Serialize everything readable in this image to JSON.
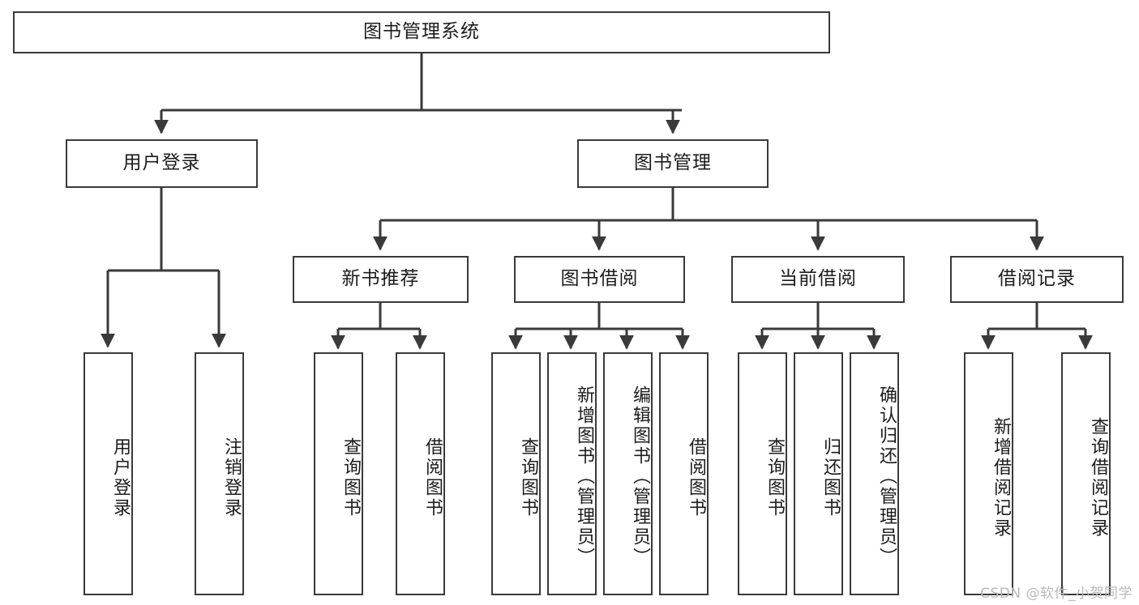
{
  "diagram": {
    "type": "tree-hierarchy",
    "title": "图书管理系统",
    "watermark": "CSDN @软件_小贺同学",
    "colors": {
      "border": "#3a3a3a",
      "background": "#ffffff",
      "text": "#1c1c1c",
      "watermark": "#b9b9b9"
    },
    "levels": {
      "root": {
        "label": "图书管理系统"
      },
      "level2": [
        {
          "label": "用户登录"
        },
        {
          "label": "图书管理"
        }
      ],
      "level3": [
        {
          "label": "新书推荐"
        },
        {
          "label": "图书借阅"
        },
        {
          "label": "当前借阅"
        },
        {
          "label": "借阅记录"
        }
      ],
      "leaves": [
        {
          "label": "用户登录",
          "parent": "用户登录"
        },
        {
          "label": "注销登录",
          "parent": "用户登录"
        },
        {
          "label": "查询图书",
          "parent": "新书推荐"
        },
        {
          "label": "借阅图书",
          "parent": "新书推荐"
        },
        {
          "label": "查询图书",
          "parent": "图书借阅"
        },
        {
          "label": "新增图书（管理员）",
          "parent": "图书借阅"
        },
        {
          "label": "编辑图书（管理员）",
          "parent": "图书借阅"
        },
        {
          "label": "借阅图书",
          "parent": "图书借阅"
        },
        {
          "label": "查询图书",
          "parent": "当前借阅"
        },
        {
          "label": "归还图书",
          "parent": "当前借阅"
        },
        {
          "label": "确认归还（管理员）",
          "parent": "当前借阅"
        },
        {
          "label": "新增借阅记录",
          "parent": "借阅记录"
        },
        {
          "label": "查询借阅记录",
          "parent": "借阅记录"
        }
      ]
    }
  }
}
